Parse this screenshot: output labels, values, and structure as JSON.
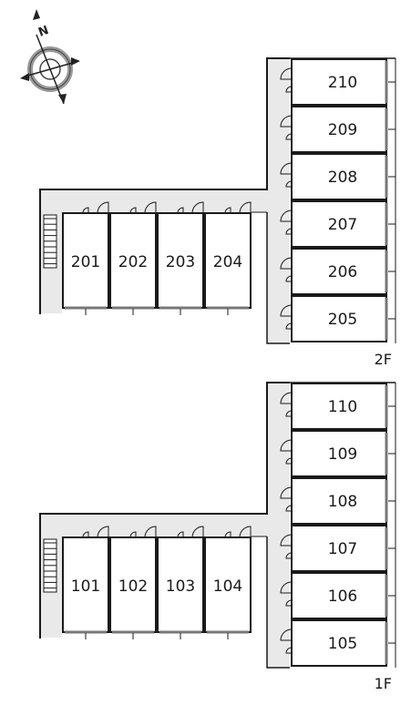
{
  "compass": {
    "north_label": "N",
    "icon": "compass-rose-icon"
  },
  "colors": {
    "corridor": "#e9e9e9",
    "wall": "#1a1a1a",
    "background": "#ffffff"
  },
  "floors": [
    {
      "label": "2F",
      "vertical_rooms": [
        "210",
        "209",
        "208",
        "207",
        "206",
        "205"
      ],
      "horizontal_rooms": [
        "201",
        "202",
        "203",
        "204"
      ]
    },
    {
      "label": "1F",
      "vertical_rooms": [
        "110",
        "109",
        "108",
        "107",
        "106",
        "105"
      ],
      "horizontal_rooms": [
        "101",
        "102",
        "103",
        "104"
      ]
    }
  ]
}
